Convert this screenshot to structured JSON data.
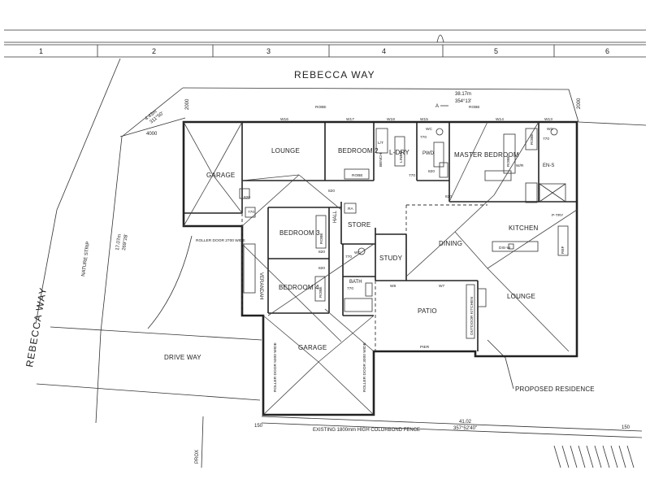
{
  "grid": [
    "1",
    "2",
    "3",
    "4",
    "5",
    "6"
  ],
  "streets": {
    "top": "REBECCA WAY",
    "left": "REBECCA WAY"
  },
  "rooms": {
    "lounge_front": "LOUNGE",
    "bedroom2": "BEDROOM 2",
    "ldry": "L-DRY",
    "master_bedroom": "MASTER BEDROOM",
    "garage_left": "GARAGE",
    "bedroom3": "BEDROOM 3",
    "store": "STORE",
    "dining": "DINING",
    "kitchen": "KITCHEN",
    "study": "STUDY",
    "bedroom4": "BEDROOM 4",
    "bath": "BATH",
    "patio": "PATIO",
    "lounge_rear": "LOUNGE",
    "garage_bottom": "GARAGE",
    "verandah": "VERANDAH",
    "hall": "HALL",
    "pwd": "PWD",
    "wc1": "WC",
    "wc2": "WC",
    "wc3": "WC",
    "ens": "EN-S",
    "wir": "W/R",
    "ptry": "P-TRY",
    "ra": "RA"
  },
  "annotations": {
    "drive_way": "DRIVE WAY",
    "nature_strip": "NATURE STRIP",
    "proposed_residence": "PROPOSED RESIDENCE",
    "fence": "EXISTING 1800mm HIGH COLORBOND FENCE",
    "roller_door_left": "ROLLER DOOR\n2700 WIDE",
    "roller_door_bottom_1": "ROLLER DOOR 5000 WIDE",
    "roller_door_bottom_2": "ROLLER DOOR 3000 WIDE",
    "prox": "PROX",
    "dim_top_1": "38.17m",
    "dim_top_2": "354°13'",
    "dim_corner_1": "4.43m",
    "dim_corner_2": "311°50'",
    "dim_left_1": "17.07m",
    "dim_left_2": "269°28'",
    "dim_bottom_1": "41.02",
    "dim_bottom_2": "357°52'40\"",
    "dim_4000": "4000",
    "dim_2000_left": "2000",
    "dim_2000_right": "2000",
    "dim_150_left": "150",
    "dim_150_right": "150",
    "section_a": "A",
    "robe_top_1": "ROBE",
    "robe_top_2": "ROBE",
    "robe_bed2": "ROBE",
    "robe_master_1": "ROBE",
    "robe_master_2": "ROBE",
    "robe_bed3": "ROBE",
    "robe_bed4": "ROBE",
    "lt": "L/T",
    "bench": "BENCH",
    "linen": "LINEN",
    "dw": "DIS-W",
    "outdoor_kitchen": "OUTDOOR KITCHEN",
    "fridge": "REF",
    "pier": "PIER",
    "w16": "W16",
    "w17": "W17",
    "w18": "W18",
    "w15": "W15",
    "w14": "W14",
    "w13": "W13",
    "w8": "W8",
    "w7": "W7",
    "d820_1": "820",
    "d820_2": "820",
    "d820_3": "820",
    "d820_4": "820",
    "d820_5": "820",
    "d820_6": "820",
    "d770_1": "770",
    "d770_2": "770",
    "d770_3": "770",
    "d770_4": "770",
    "d770_5": "770",
    "d770_6": "770"
  }
}
